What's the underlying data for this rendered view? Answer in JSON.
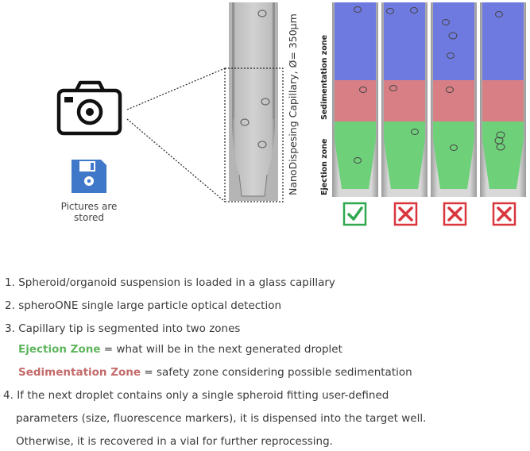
{
  "capillary_label": "NanoDispesing Capillary, Ø= 350µm",
  "stored_label": [
    "Pictures are",
    "stored"
  ],
  "zone_labels": {
    "sedimentation": "Sedimentation zone",
    "ejection": "Ejection zone"
  },
  "results": [
    {
      "status": "accepted",
      "symbol": "check-icon"
    },
    {
      "status": "rejected",
      "symbol": "cross-icon"
    },
    {
      "status": "rejected",
      "symbol": "cross-icon"
    },
    {
      "status": "rejected",
      "symbol": "cross-icon"
    }
  ],
  "colors": {
    "sedimentation_zone": "#6f7ae0",
    "upper_middle_zone": "#d77f84",
    "ejection_zone": "#6fd07a",
    "check": "#2fa84f",
    "cross": "#d9363e",
    "floppy": "#3f78c9"
  },
  "steps": [
    {
      "number": "1.",
      "text": "Spheroid/organoid suspension is loaded in a glass capillary"
    },
    {
      "number": "2.",
      "text": "spheroONE single large particle optical detection"
    },
    {
      "number": "3.",
      "text": "Capillary tip is segmented into two zones"
    },
    {
      "zone": "Ejection Zone",
      "text": " = what will be in the next generated droplet"
    },
    {
      "zone": "Sedimentation Zone",
      "text": " = safety zone considering possible sedimentation"
    },
    {
      "number": "4.",
      "text": "If the next droplet contains only a single spheroid fitting user-defined"
    },
    {
      "text": "parameters (size, fluorescence markers), it is dispensed into the target well."
    },
    {
      "text": "Otherwise, it is recovered in a vial for further reprocessing."
    }
  ]
}
